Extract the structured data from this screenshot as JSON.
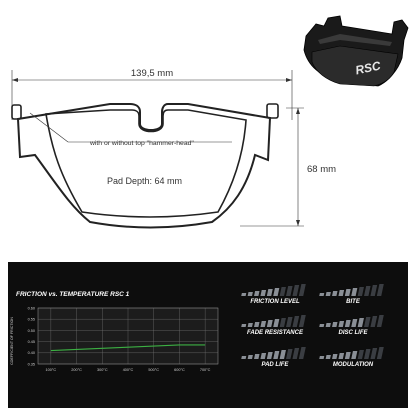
{
  "product": {
    "logo_text": "RSC"
  },
  "dimensions": {
    "width_label": "139,5 mm",
    "height_label": "68 mm",
    "note": "with or without top \"hammer-head\"",
    "pad_depth": "Pad Depth: 64 mm"
  },
  "chart_data": {
    "type": "line",
    "title": "FRICTION vs. TEMPERATURE RSC 1",
    "xlabel": "",
    "ylabel": "COEFFICIENT OF FRICTION",
    "x": [
      "100°C",
      "200°C",
      "300°C",
      "400°C",
      "500°C",
      "600°C",
      "700°C"
    ],
    "x_values": [
      100,
      200,
      300,
      400,
      500,
      600,
      700
    ],
    "y_ticks": [
      "0.60",
      "0.55",
      "0.50",
      "0.45",
      "0.40",
      "0.35"
    ],
    "ylim": [
      0.35,
      0.6
    ],
    "series": [
      {
        "values": [
          0.41,
          0.415,
          0.42,
          0.425,
          0.43,
          0.435,
          0.435
        ]
      }
    ],
    "grid": true,
    "line_color": "#3cb043"
  },
  "ratings": [
    {
      "label": "FRICTION LEVEL",
      "value": 6,
      "max": 10
    },
    {
      "label": "BITE",
      "value": 6,
      "max": 10
    },
    {
      "label": "FADE RESISTANCE",
      "value": 6,
      "max": 10
    },
    {
      "label": "DISC LIFE",
      "value": 7,
      "max": 10
    },
    {
      "label": "PAD LIFE",
      "value": 7,
      "max": 10
    },
    {
      "label": "MODULATION",
      "value": 6,
      "max": 10
    }
  ],
  "colors": {
    "panel_bg": "#0d0d0d",
    "bar_on": "#8a8f96",
    "bar_off": "#3a3d42",
    "series": "#3cb043"
  }
}
